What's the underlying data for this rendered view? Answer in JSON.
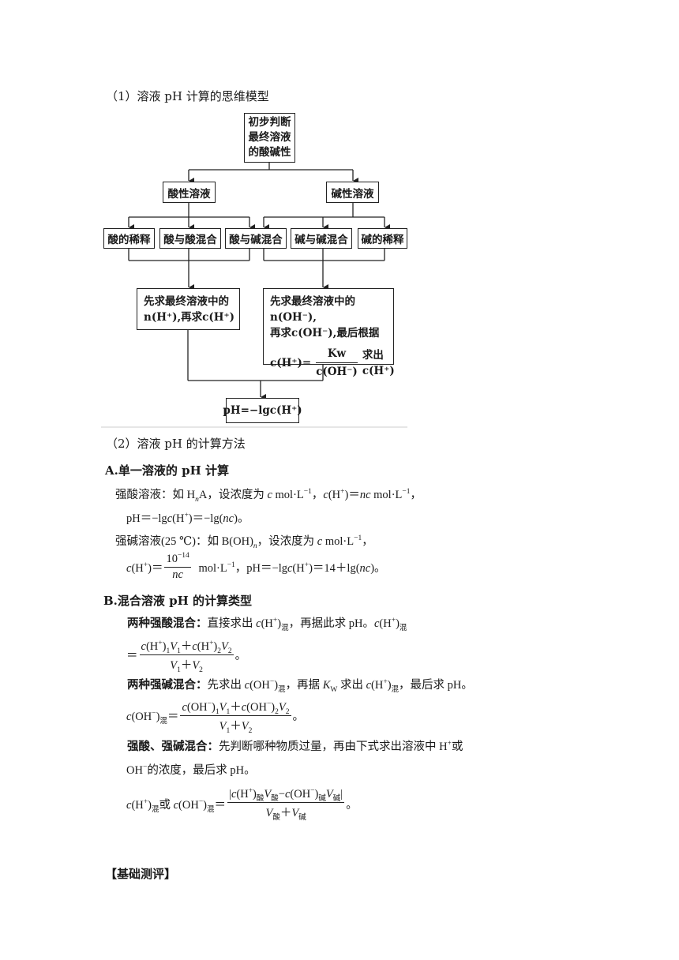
{
  "section1_title": "（1）溶液 pH 计算的思维模型",
  "flowchart": {
    "root": [
      "初步判断",
      "最终溶液",
      "的酸碱性"
    ],
    "acid": "酸性溶液",
    "base": "碱性溶液",
    "acid_dilute": "酸的稀释",
    "acid_acid": "酸与酸混合",
    "acid_base": "酸与碱混合",
    "base_base": "碱与碱混合",
    "base_dilute": "碱的稀释",
    "left_result": [
      "先求最终溶液中的",
      "n(H⁺),再求c(H⁺)"
    ],
    "right_result": [
      "先求最终溶液中的n(OH⁻),",
      "再求c(OH⁻),最后根据"
    ],
    "right_formula_lhs": "c(H⁺)=",
    "right_formula_num": "Kw",
    "right_formula_den": "c(OH⁻)",
    "right_formula_rhs": "求出c(H⁺)",
    "final": "pH=−lgc(H⁺)"
  },
  "section2_title": "（2）溶液 pH 的计算方法",
  "partA_title": "A.单一溶液的 pH 计算",
  "partB_title": "B.混合溶液 pH 的计算类型",
  "b1_label": "两种强酸混合：",
  "b2_label": "两种强碱混合：",
  "b3_label": "强酸、强碱混合：",
  "footer": "【基础测评】"
}
